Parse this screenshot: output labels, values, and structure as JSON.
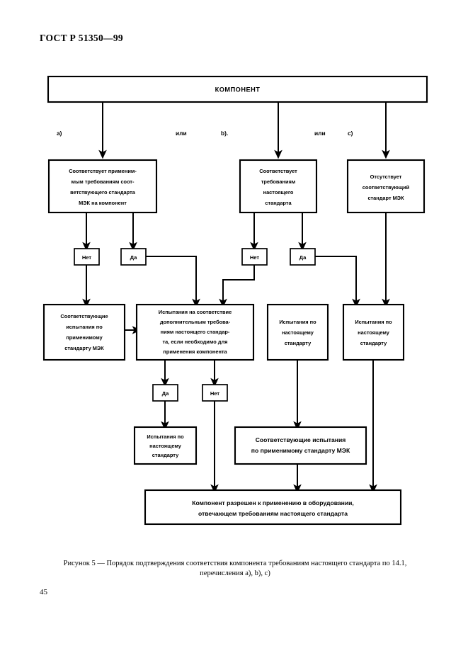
{
  "document": {
    "standard_header": "ГОСТ Р 51350—99",
    "page_number": "45"
  },
  "caption": {
    "line1": "Рисунок 5 — Порядок подтверждения соответствия компонента требованиям настоящего стандарта по 14.1,",
    "line2": "перечисления a), b), c)"
  },
  "chart_data": {
    "type": "diagram",
    "title": "Рисунок 5 — Порядок подтверждения соответствия компонента требованиям настоящего стандарта по 14.1, перечисления a), b), c)",
    "nodes": [
      {
        "id": "root",
        "label": "КОМПОНЕНТ"
      },
      {
        "id": "a_box",
        "label": "Соответствует применимым требованиям соответствующего стандарта МЭК на компонент"
      },
      {
        "id": "b_box",
        "label": "Соответствует требованиям настоящего стандарта"
      },
      {
        "id": "c_box",
        "label": "Отсутствует соответствующий стандарт МЭК"
      },
      {
        "id": "a_no",
        "label": "Нет"
      },
      {
        "id": "a_yes",
        "label": "Да"
      },
      {
        "id": "b_no",
        "label": "Нет"
      },
      {
        "id": "b_yes",
        "label": "Да"
      },
      {
        "id": "iec_tests",
        "label": "Соответствующие испытания по применимому стандарту МЭК"
      },
      {
        "id": "addl_tests",
        "label": "Испытания на соответствие дополнительным требованиям настоящего стандарта, если необходимо для применения компонента"
      },
      {
        "id": "std_tests_b",
        "label": "Испытания по настоящему стандарту"
      },
      {
        "id": "std_tests_c",
        "label": "Испытания по настоящему стандарту"
      },
      {
        "id": "addl_yes",
        "label": "Да"
      },
      {
        "id": "addl_no",
        "label": "Нет"
      },
      {
        "id": "std_tests_mid",
        "label": "Испытания по настоящему стандарту"
      },
      {
        "id": "iec_tests_2",
        "label": "Соответствующие испытания по применимому стандарту МЭК"
      },
      {
        "id": "final",
        "label": "Компонент разрешен к применению в оборудовании, отвечающем требованиям настоящего стандарта"
      }
    ],
    "branch_labels": [
      "a)",
      "или",
      "b).",
      "или",
      "c)"
    ]
  },
  "flow": {
    "root": {
      "label": "КОМПОНЕНТ"
    },
    "branches": {
      "label_a": "a)",
      "or_1": "или",
      "label_b": "b).",
      "or_2": "или",
      "label_c": "c)"
    },
    "box_a": {
      "line1": "Соответствует применим-",
      "line2": "мым требованиям соот-",
      "line3": "ветствующего стандарта",
      "line4": "МЭК на компонент"
    },
    "box_b": {
      "line1": "Соответствует",
      "line2": "требованиям",
      "line3": "настоящего",
      "line4": "стандарта"
    },
    "box_c": {
      "line1": "Отсутствует",
      "line2": "соответствующий",
      "line3": "стандарт МЭК"
    },
    "decisions": {
      "a_no": "Нет",
      "a_yes": "Да",
      "b_no": "Нет",
      "b_yes": "Да",
      "mid_yes": "Да",
      "mid_no": "Нет"
    },
    "box_iec_tests": {
      "line1": "Соответствующие",
      "line2": "испытания по",
      "line3": "применимому",
      "line4": "стандарту МЭК"
    },
    "box_addl_tests": {
      "line1": "Испытания на соответствие",
      "line2": "дополнительным требова-",
      "line3": "ниям настоящего стандар-",
      "line4": "та, если необходимо для",
      "line5": "применения компонента"
    },
    "box_std_tests_b": {
      "line1": "Испытания по",
      "line2": "настоящему",
      "line3": "стандарту"
    },
    "box_std_tests_c": {
      "line1": "Испытания по",
      "line2": "настоящему",
      "line3": "стандарту"
    },
    "box_std_tests_mid": {
      "line1": "Испытания по",
      "line2": "настоящему",
      "line3": "стандарту"
    },
    "box_iec_tests_2": {
      "line1": "Соответствующие испытания",
      "line2": "по применимому стандарту МЭК"
    },
    "box_final": {
      "line1": "Компонент разрешен к применению в оборудовании,",
      "line2": "отвечающем требованиям настоящего стандарта"
    }
  }
}
